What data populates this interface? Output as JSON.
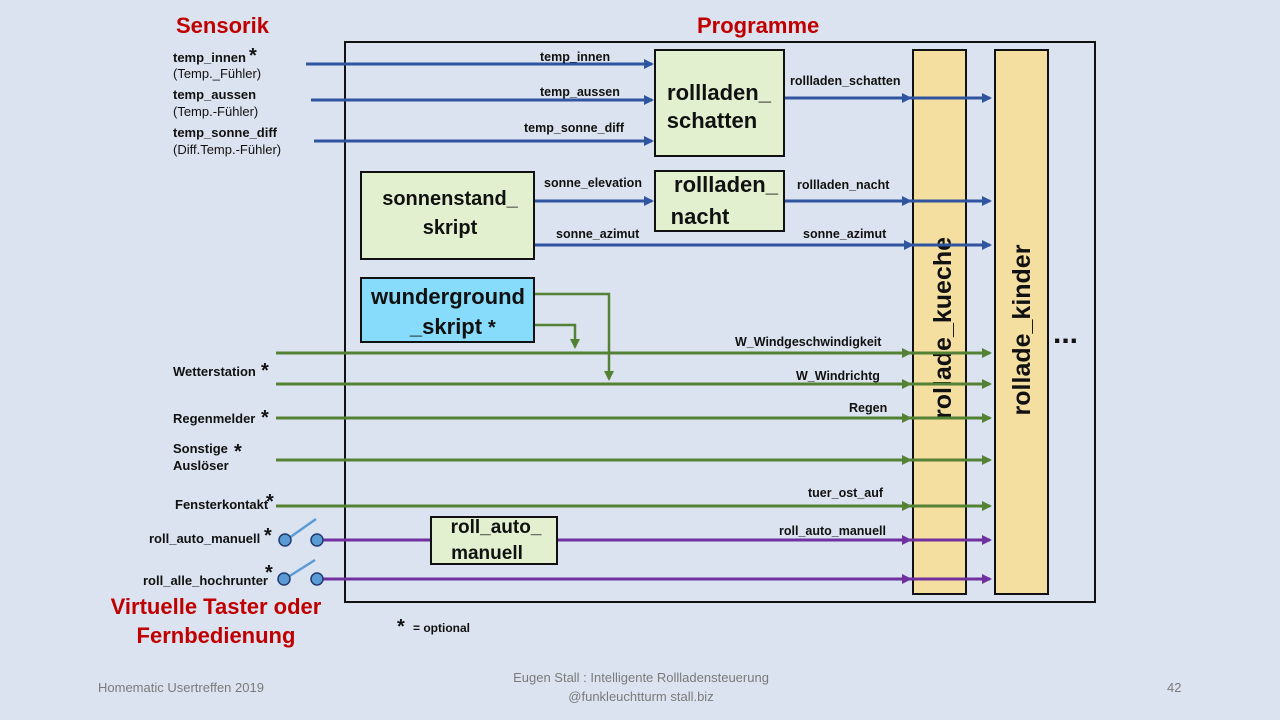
{
  "titles": {
    "sensorik": "Sensorik",
    "programme": "Programme",
    "virtuelle_line1": "Virtuelle  Taster oder",
    "virtuelle_line2": "Fernbedienung"
  },
  "inputs": {
    "temp_innen": {
      "label": "temp_innen",
      "sub": "(Temp._Fühler)"
    },
    "temp_aussen": {
      "label": "temp_aussen",
      "sub": "(Temp.-Fühler)"
    },
    "temp_sonne_diff": {
      "label": "temp_sonne_diff",
      "sub": "(Diff.Temp.-Fühler)"
    },
    "wetterstation": "Wetterstation",
    "regenmelder": "Regenmelder",
    "sonstige_line1": "Sonstige",
    "sonstige_line2": "Auslöser",
    "fensterkontakt": "Fensterkontakt",
    "roll_auto_manuell": "roll_auto_manuell",
    "roll_alle_hochrunter": "roll_alle_hochrunter"
  },
  "programs": {
    "rollladen_schatten": [
      "rollladen_",
      "schatten"
    ],
    "sonnenstand_skript": [
      "sonnenstand_",
      "skript"
    ],
    "rollladen_nacht": [
      "rollladen_",
      "nacht"
    ],
    "wunderground_skript": [
      "wunderground",
      "_skript"
    ],
    "roll_auto_manuell": [
      "roll_auto_",
      "manuell"
    ]
  },
  "signals": {
    "temp_innen": "temp_innen",
    "temp_aussen": "temp_aussen",
    "temp_sonne_diff": "temp_sonne_diff",
    "sonne_elevation": "sonne_elevation",
    "sonne_azimut_left": "sonne_azimut",
    "sonne_azimut_right": "sonne_azimut",
    "rollladen_schatten": "rollladen_schatten",
    "rollladen_nacht": "rollladen_nacht",
    "w_windgeschwindigkeit": "W_Windgeschwindigkeit",
    "w_windrichtg": "W_Windrichtg",
    "regen": "Regen",
    "tuer_ost_auf": "tuer_ost_auf",
    "roll_auto_manuell": "roll_auto_manuell"
  },
  "actuators": {
    "kueche": "rollade_kueche",
    "kinder": "rollade_kinder",
    "more": "..."
  },
  "legend": {
    "star": "*",
    "text": "=  optional"
  },
  "footer": {
    "left": "Homematic Usertreffen  2019",
    "center_line1": "Eugen Stall :  Intelligente Rollladensteuerung",
    "center_line2": "@funkleuchtturm    stall.biz",
    "page_number": "42"
  },
  "colors": {
    "background": "#dce3f0",
    "title_red": "#c00000",
    "blue_line": "#2f54a0",
    "green_line": "#548235",
    "purple_line": "#7030a0",
    "program_box": "#e2f0d0",
    "wunderground_box": "#87dbfb",
    "actuator_box": "#f5dfa0",
    "switch_blue": "#5b9bd5"
  }
}
